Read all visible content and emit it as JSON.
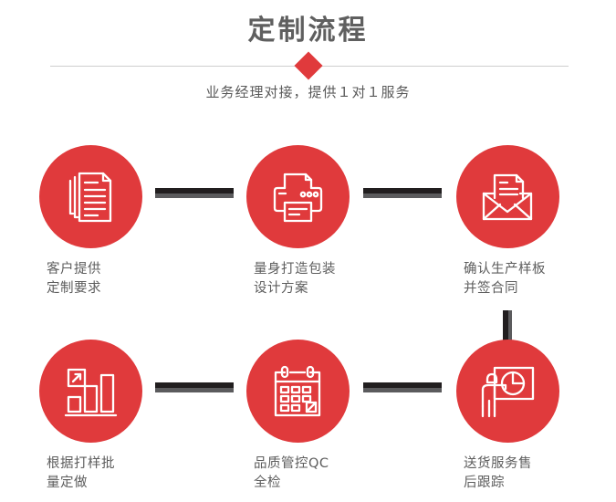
{
  "header": {
    "title": "定制流程",
    "subtitle": "业务经理对接，提供１对１服务",
    "accent_color": "#e03a3c",
    "rule_color": "#cfcfcf",
    "title_color": "#5f5f5f",
    "subtitle_color": "#595959",
    "diamond_icon": "diamond-marker"
  },
  "flow": {
    "circle_color": "#e03a3c",
    "connector_dark": "#211e1f",
    "connector_light": "#5b5b5d",
    "label_color": "#5d5d5d",
    "steps": [
      {
        "index": "1",
        "icon": "documents-stack-icon",
        "label": "客户提供\n定制要求"
      },
      {
        "index": "2",
        "icon": "printer-icon",
        "label": "量身打造包装\n设计方案"
      },
      {
        "index": "3",
        "icon": "envelope-document-icon",
        "label": "确认生产样板\n并签合同"
      },
      {
        "index": "4",
        "icon": "bar-chart-growth-icon",
        "label": "根据打样批\n量定做"
      },
      {
        "index": "5",
        "icon": "calendar-icon",
        "label": "品质管控QC\n全检"
      },
      {
        "index": "6",
        "icon": "presenter-pie-chart-icon",
        "label": "送货服务售\n后跟踪"
      }
    ],
    "connectors": [
      {
        "id": "connector-1-2",
        "orientation": "horizontal"
      },
      {
        "id": "connector-2-3",
        "orientation": "horizontal"
      },
      {
        "id": "connector-3-6",
        "orientation": "vertical"
      },
      {
        "id": "connector-4-5",
        "orientation": "horizontal"
      },
      {
        "id": "connector-5-6",
        "orientation": "horizontal"
      }
    ]
  }
}
